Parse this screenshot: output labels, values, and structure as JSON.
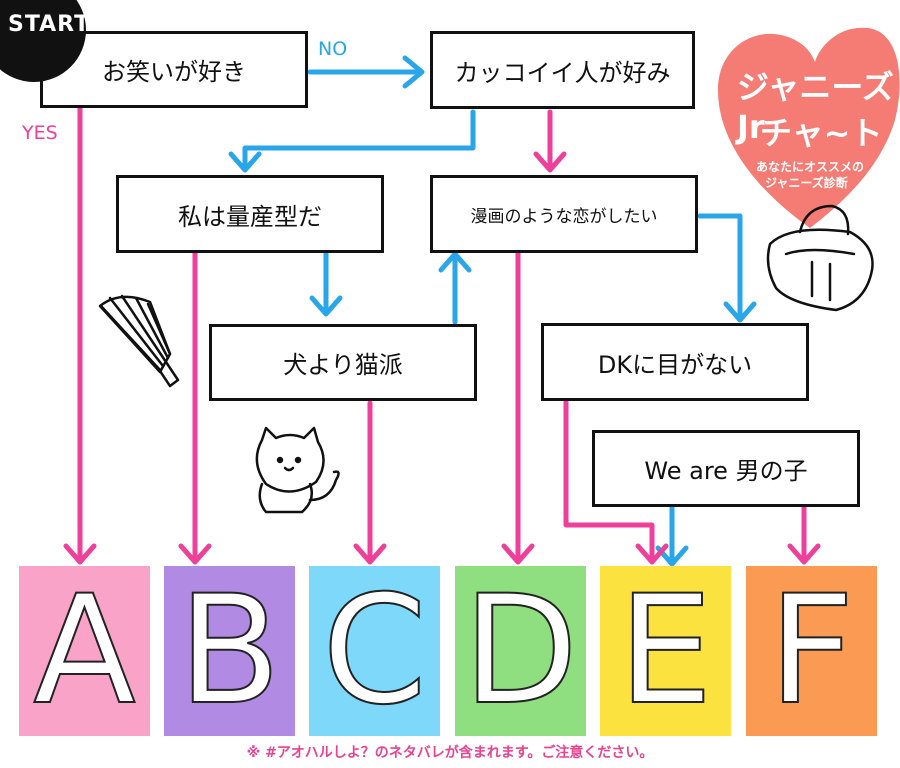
{
  "start_label": "START",
  "edge_labels": {
    "no": "NO",
    "yes": "YES"
  },
  "colors": {
    "yes_arrow": "#ee3f9b",
    "no_arrow": "#29a6ea",
    "heart": "#f47c74",
    "footnote": "#e8438f"
  },
  "questions": [
    {
      "id": "q1",
      "text": "お笑いが好き"
    },
    {
      "id": "q2",
      "text": "カッコイイ人が好み"
    },
    {
      "id": "q3",
      "text": "私は量産型だ"
    },
    {
      "id": "q4",
      "text": "漫画のような恋がしたい"
    },
    {
      "id": "q5",
      "text": "犬より猫派"
    },
    {
      "id": "q6",
      "text": "DKに目がない"
    },
    {
      "id": "q7",
      "text": "We are 男の子"
    }
  ],
  "results": [
    {
      "letter": "A",
      "color": "#f9a3c9"
    },
    {
      "letter": "B",
      "color": "#b08ae3"
    },
    {
      "letter": "C",
      "color": "#7ed8f9"
    },
    {
      "letter": "D",
      "color": "#8fde7f"
    },
    {
      "letter": "E",
      "color": "#fbe23e"
    },
    {
      "letter": "F",
      "color": "#fb9a52"
    }
  ],
  "heart": {
    "title_line1": "ジャニーズJr",
    "title_line2": "チャ~ト",
    "subtitle_line1": "あなたにオススメの",
    "subtitle_line2": "ジャニーズ診断"
  },
  "footnote": "※ #アオハルしよ？のネタバレが含まれます。ご注意ください。",
  "decorations": [
    "fan-icon",
    "cat-icon",
    "school-bag-icon"
  ]
}
